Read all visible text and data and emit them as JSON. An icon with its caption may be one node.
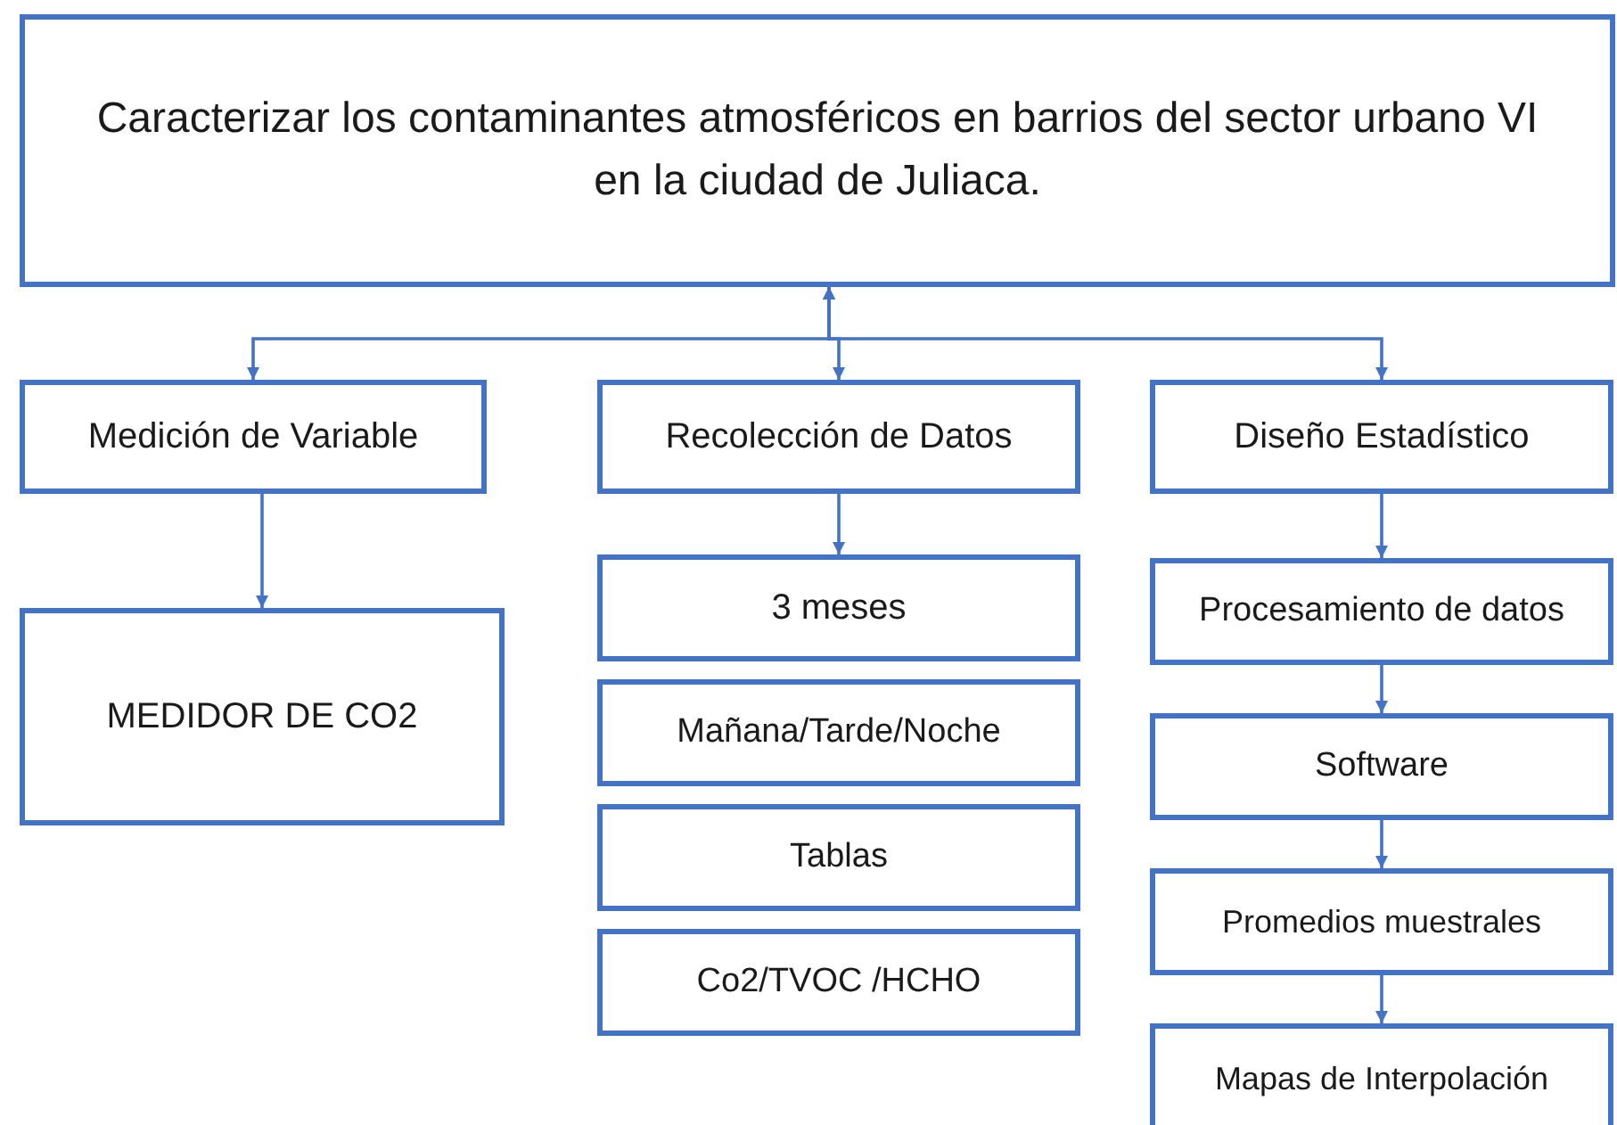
{
  "diagram": {
    "nodes": [
      {
        "text": [
          "Caracterizar los contaminantes atmosféricos en barrios del sector urbano VI en la ciudad de Juliaca."
        ]
      },
      {
        "text": [
          "Medición de Variable"
        ]
      },
      {
        "text": [
          "Recolección de Datos"
        ]
      },
      {
        "text": [
          "Diseño Estadístico"
        ]
      },
      {
        "text": [
          "MEDIDOR DE CO2"
        ]
      },
      {
        "text": [
          "3 meses"
        ]
      },
      {
        "text": [
          "Mañana/Tarde/Noche"
        ]
      },
      {
        "text": [
          "Tablas"
        ]
      },
      {
        "text": [
          "Co2/TVOC /HCHO"
        ]
      },
      {
        "text": [
          "Procesamiento de datos"
        ]
      },
      {
        "text": [
          "Software"
        ]
      },
      {
        "text": [
          "Promedios muestrales"
        ]
      },
      {
        "text": [
          "Mapas de Interpolación"
        ]
      }
    ],
    "edges": [
      {
        "from": 0,
        "to": 1,
        "arrow": "both"
      },
      {
        "from": 0,
        "to": 2,
        "arrow": "both"
      },
      {
        "from": 0,
        "to": 3,
        "arrow": "both"
      },
      {
        "from": 1,
        "to": 4,
        "arrow": "to"
      },
      {
        "from": 2,
        "to": 5,
        "arrow": "to"
      },
      {
        "from": 3,
        "to": 9,
        "arrow": "to"
      },
      {
        "from": 9,
        "to": 10,
        "arrow": "to"
      },
      {
        "from": 10,
        "to": 11,
        "arrow": "to"
      },
      {
        "from": 11,
        "to": 12,
        "arrow": "to"
      }
    ]
  }
}
